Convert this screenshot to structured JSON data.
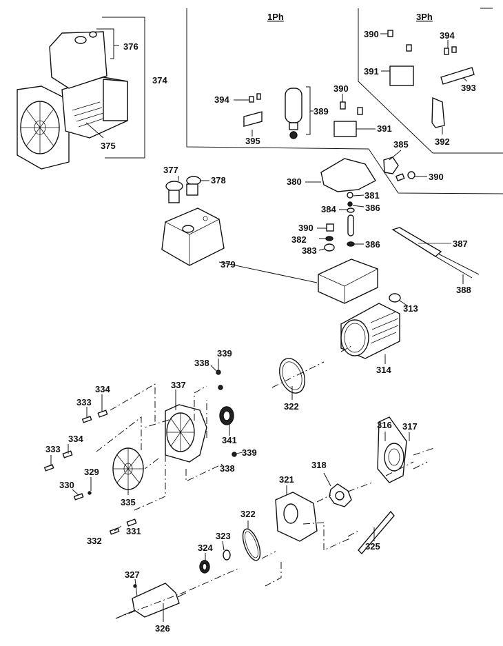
{
  "diagram": {
    "type": "exploded-parts-view",
    "sections": {
      "single_phase": "1Ph",
      "three_phase": "3Ph"
    },
    "labels": {
      "p374": "374",
      "p375": "375",
      "p376": "376",
      "p377": "377",
      "p378": "378",
      "p379": "379",
      "p380": "380",
      "p381": "381",
      "p382": "382",
      "p383": "383",
      "p384": "384",
      "p385": "385",
      "p386a": "386",
      "p386b": "386",
      "p387": "387",
      "p388": "388",
      "p389": "389",
      "p390a": "390",
      "p390b": "390",
      "p390c": "390",
      "p390d": "390",
      "p391a": "391",
      "p391b": "391",
      "p392": "392",
      "p393": "393",
      "p394a": "394",
      "p394b": "394",
      "p395": "395",
      "p313": "313",
      "p314": "314",
      "p316": "316",
      "p317": "317",
      "p318": "318",
      "p321": "321",
      "p322a": "322",
      "p322b": "322",
      "p323": "323",
      "p324": "324",
      "p325": "325",
      "p326": "326",
      "p327": "327",
      "p329": "329",
      "p330": "330",
      "p331": "331",
      "p332": "332",
      "p333a": "333",
      "p333b": "333",
      "p334a": "334",
      "p334b": "334",
      "p335": "335",
      "p337": "337",
      "p338a": "338",
      "p338b": "338",
      "p339a": "339",
      "p339b": "339",
      "p341": "341"
    }
  }
}
